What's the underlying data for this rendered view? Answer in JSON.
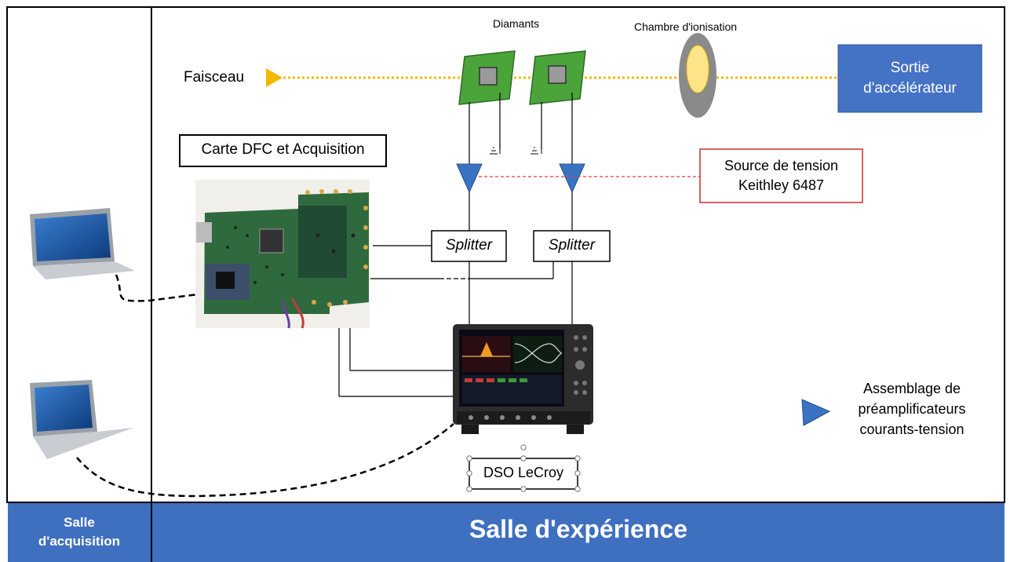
{
  "labels": {
    "faisceau": "Faisceau",
    "diamants": "Diamants",
    "chambre": "Chambre d'ionisation",
    "sortie_line1": "Sortie",
    "sortie_line2": "d'accélérateur",
    "carte": "Carte DFC et Acquisition",
    "source_line1": "Source de tension",
    "source_line2": "Keithley 6487",
    "splitter_left": "Splitter",
    "splitter_right": "Splitter",
    "dso": "DSO LeCroy",
    "legend_line1": "Assemblage de",
    "legend_line2": "préamplificateurs",
    "legend_line3": "courants-tension",
    "salle_acq_line1": "Salle",
    "salle_acq_line2": "d'acquisition",
    "salle_exp": "Salle d'expérience"
  },
  "colors": {
    "beam": "#f5b800",
    "diamond_green": "#4aa43a",
    "triangle_blue": "#3a73c2",
    "footer_blue": "#3f6fbf",
    "sortie_blue": "#4472c4",
    "source_border": "#d42b2b",
    "dashed_red": "#e33c3c"
  },
  "icons": {
    "laptop": "laptop-icon",
    "board": "circuit-board-photo",
    "oscilloscope": "oscilloscope-icon",
    "ground": "ground-symbol-icon"
  }
}
